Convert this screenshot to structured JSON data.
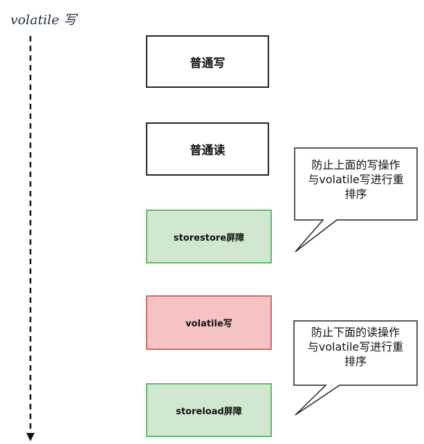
{
  "title": "volatile 写",
  "boxes": [
    {
      "label": "普通写",
      "fill": "#ffffff"
    },
    {
      "label": "普通读",
      "fill": "#ffffff"
    },
    {
      "label": "storestore屏障",
      "fill": "#cfe8cf"
    },
    {
      "label": "volatile写",
      "fill": "#f6c3c3"
    },
    {
      "label": "storeload屏障",
      "fill": "#cfe8cf"
    }
  ],
  "notes": [
    {
      "lines": [
        "防止上面的写操作",
        "与volatile写进行重",
        "排序"
      ]
    },
    {
      "lines": [
        "防止下面的读操作",
        "与volatile写进行重",
        "排序"
      ]
    }
  ],
  "colors": {
    "green_border": "#6db36d",
    "red_border": "#cf6a6a",
    "black_border": "#222222"
  }
}
